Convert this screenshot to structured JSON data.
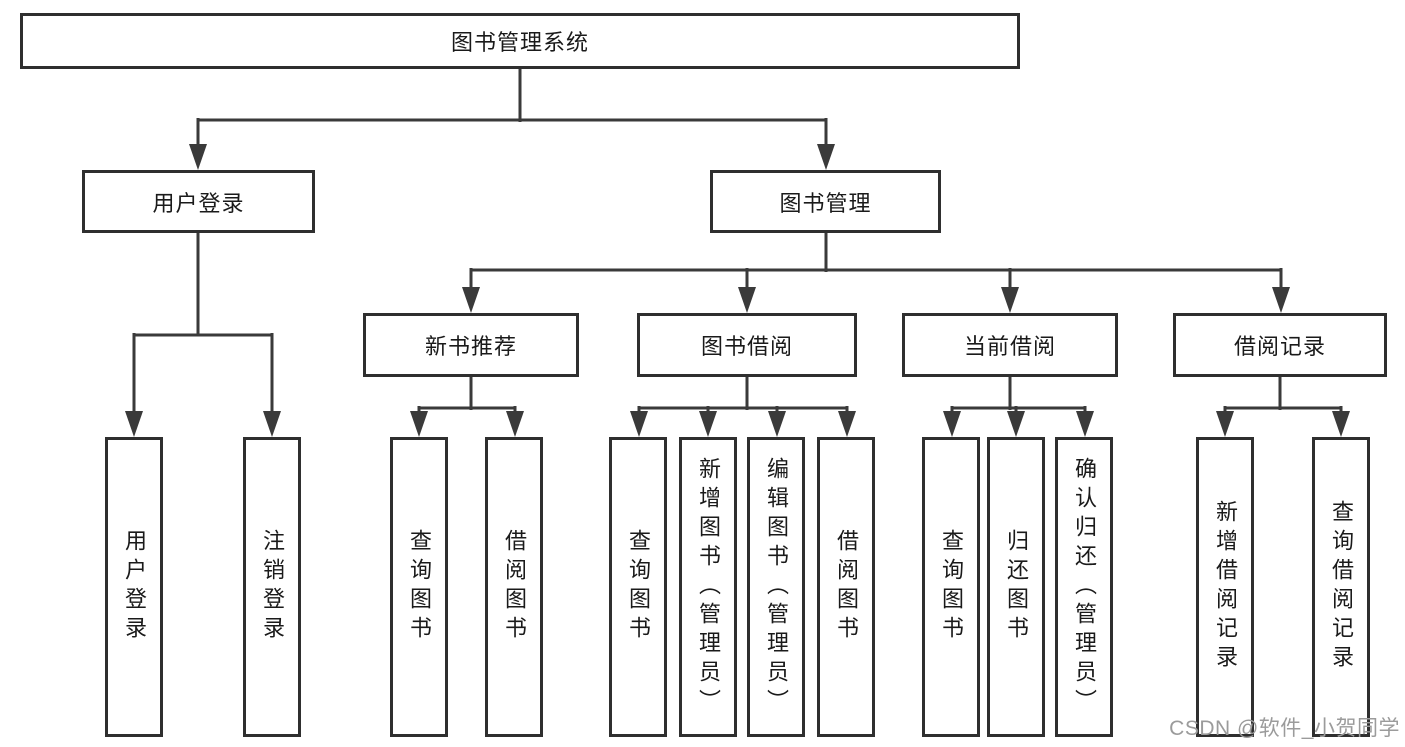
{
  "diagram": {
    "root": "图书管理系统",
    "level2": [
      {
        "label": "用户登录"
      },
      {
        "label": "图书管理"
      }
    ],
    "level3": [
      {
        "label": "新书推荐"
      },
      {
        "label": "图书借阅"
      },
      {
        "label": "当前借阅"
      },
      {
        "label": "借阅记录"
      }
    ],
    "leaves": [
      {
        "label": "用户登录",
        "parent": "用户登录"
      },
      {
        "label": "注销登录",
        "parent": "用户登录"
      },
      {
        "label": "查询图书",
        "parent": "新书推荐"
      },
      {
        "label": "借阅图书",
        "parent": "新书推荐"
      },
      {
        "label": "查询图书",
        "parent": "图书借阅"
      },
      {
        "label": "新增图书（管理员）",
        "parent": "图书借阅"
      },
      {
        "label": "编辑图书（管理员）",
        "parent": "图书借阅"
      },
      {
        "label": "借阅图书",
        "parent": "图书借阅"
      },
      {
        "label": "查询图书",
        "parent": "当前借阅"
      },
      {
        "label": "归还图书",
        "parent": "当前借阅"
      },
      {
        "label": "确认归还（管理员）",
        "parent": "当前借阅"
      },
      {
        "label": "新增借阅记录",
        "parent": "借阅记录"
      },
      {
        "label": "查询借阅记录",
        "parent": "借阅记录"
      }
    ]
  },
  "watermark": {
    "text": "CSDN @软件_小贺同学"
  },
  "colors": {
    "line": "#3a3a3a",
    "box_border": "#2f2f2f",
    "text": "#1a1a1a",
    "watermark": "#9b9b9b",
    "background": "#ffffff"
  }
}
